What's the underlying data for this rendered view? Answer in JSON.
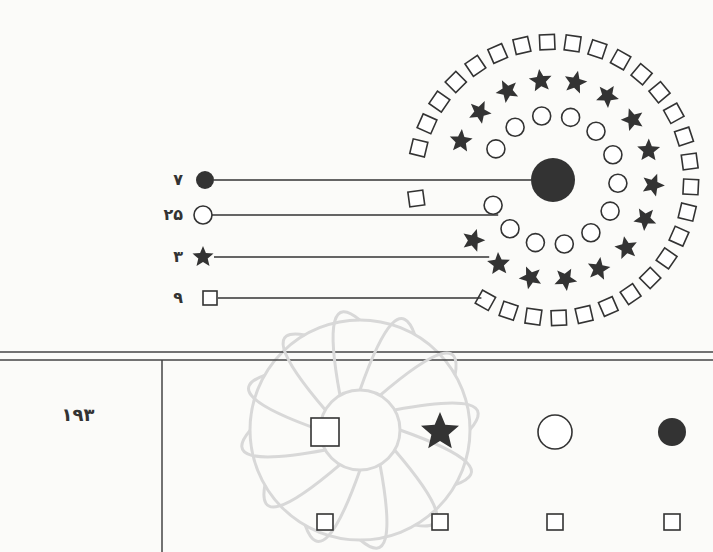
{
  "diagram": {
    "labels": [
      "۷",
      "۲۵",
      "۳",
      "۹",
      "۱۹۳"
    ]
  }
}
